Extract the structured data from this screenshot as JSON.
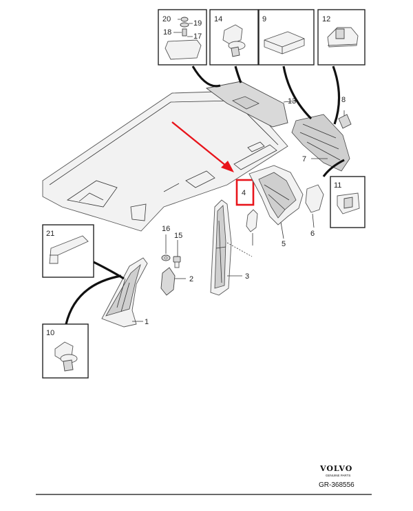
{
  "diagram": {
    "callouts": {
      "p1": "1",
      "p2": "2",
      "p3": "3",
      "p4": "4",
      "p5": "5",
      "p6": "6",
      "p7": "7",
      "p8": "8",
      "p9": "9",
      "p10": "10",
      "p11": "11",
      "p12": "12",
      "p13": "13",
      "p14": "14",
      "p15": "15",
      "p16": "16",
      "p17": "17",
      "p18": "18",
      "p19": "19",
      "p20": "20",
      "p21": "21"
    },
    "highlight": {
      "part": "4",
      "color": "#e8141b"
    },
    "arrow_color": "#e8141b"
  },
  "brand": {
    "name": "VOLVO",
    "tagline": "GENUINE PARTS",
    "ref": "GR-368556"
  }
}
